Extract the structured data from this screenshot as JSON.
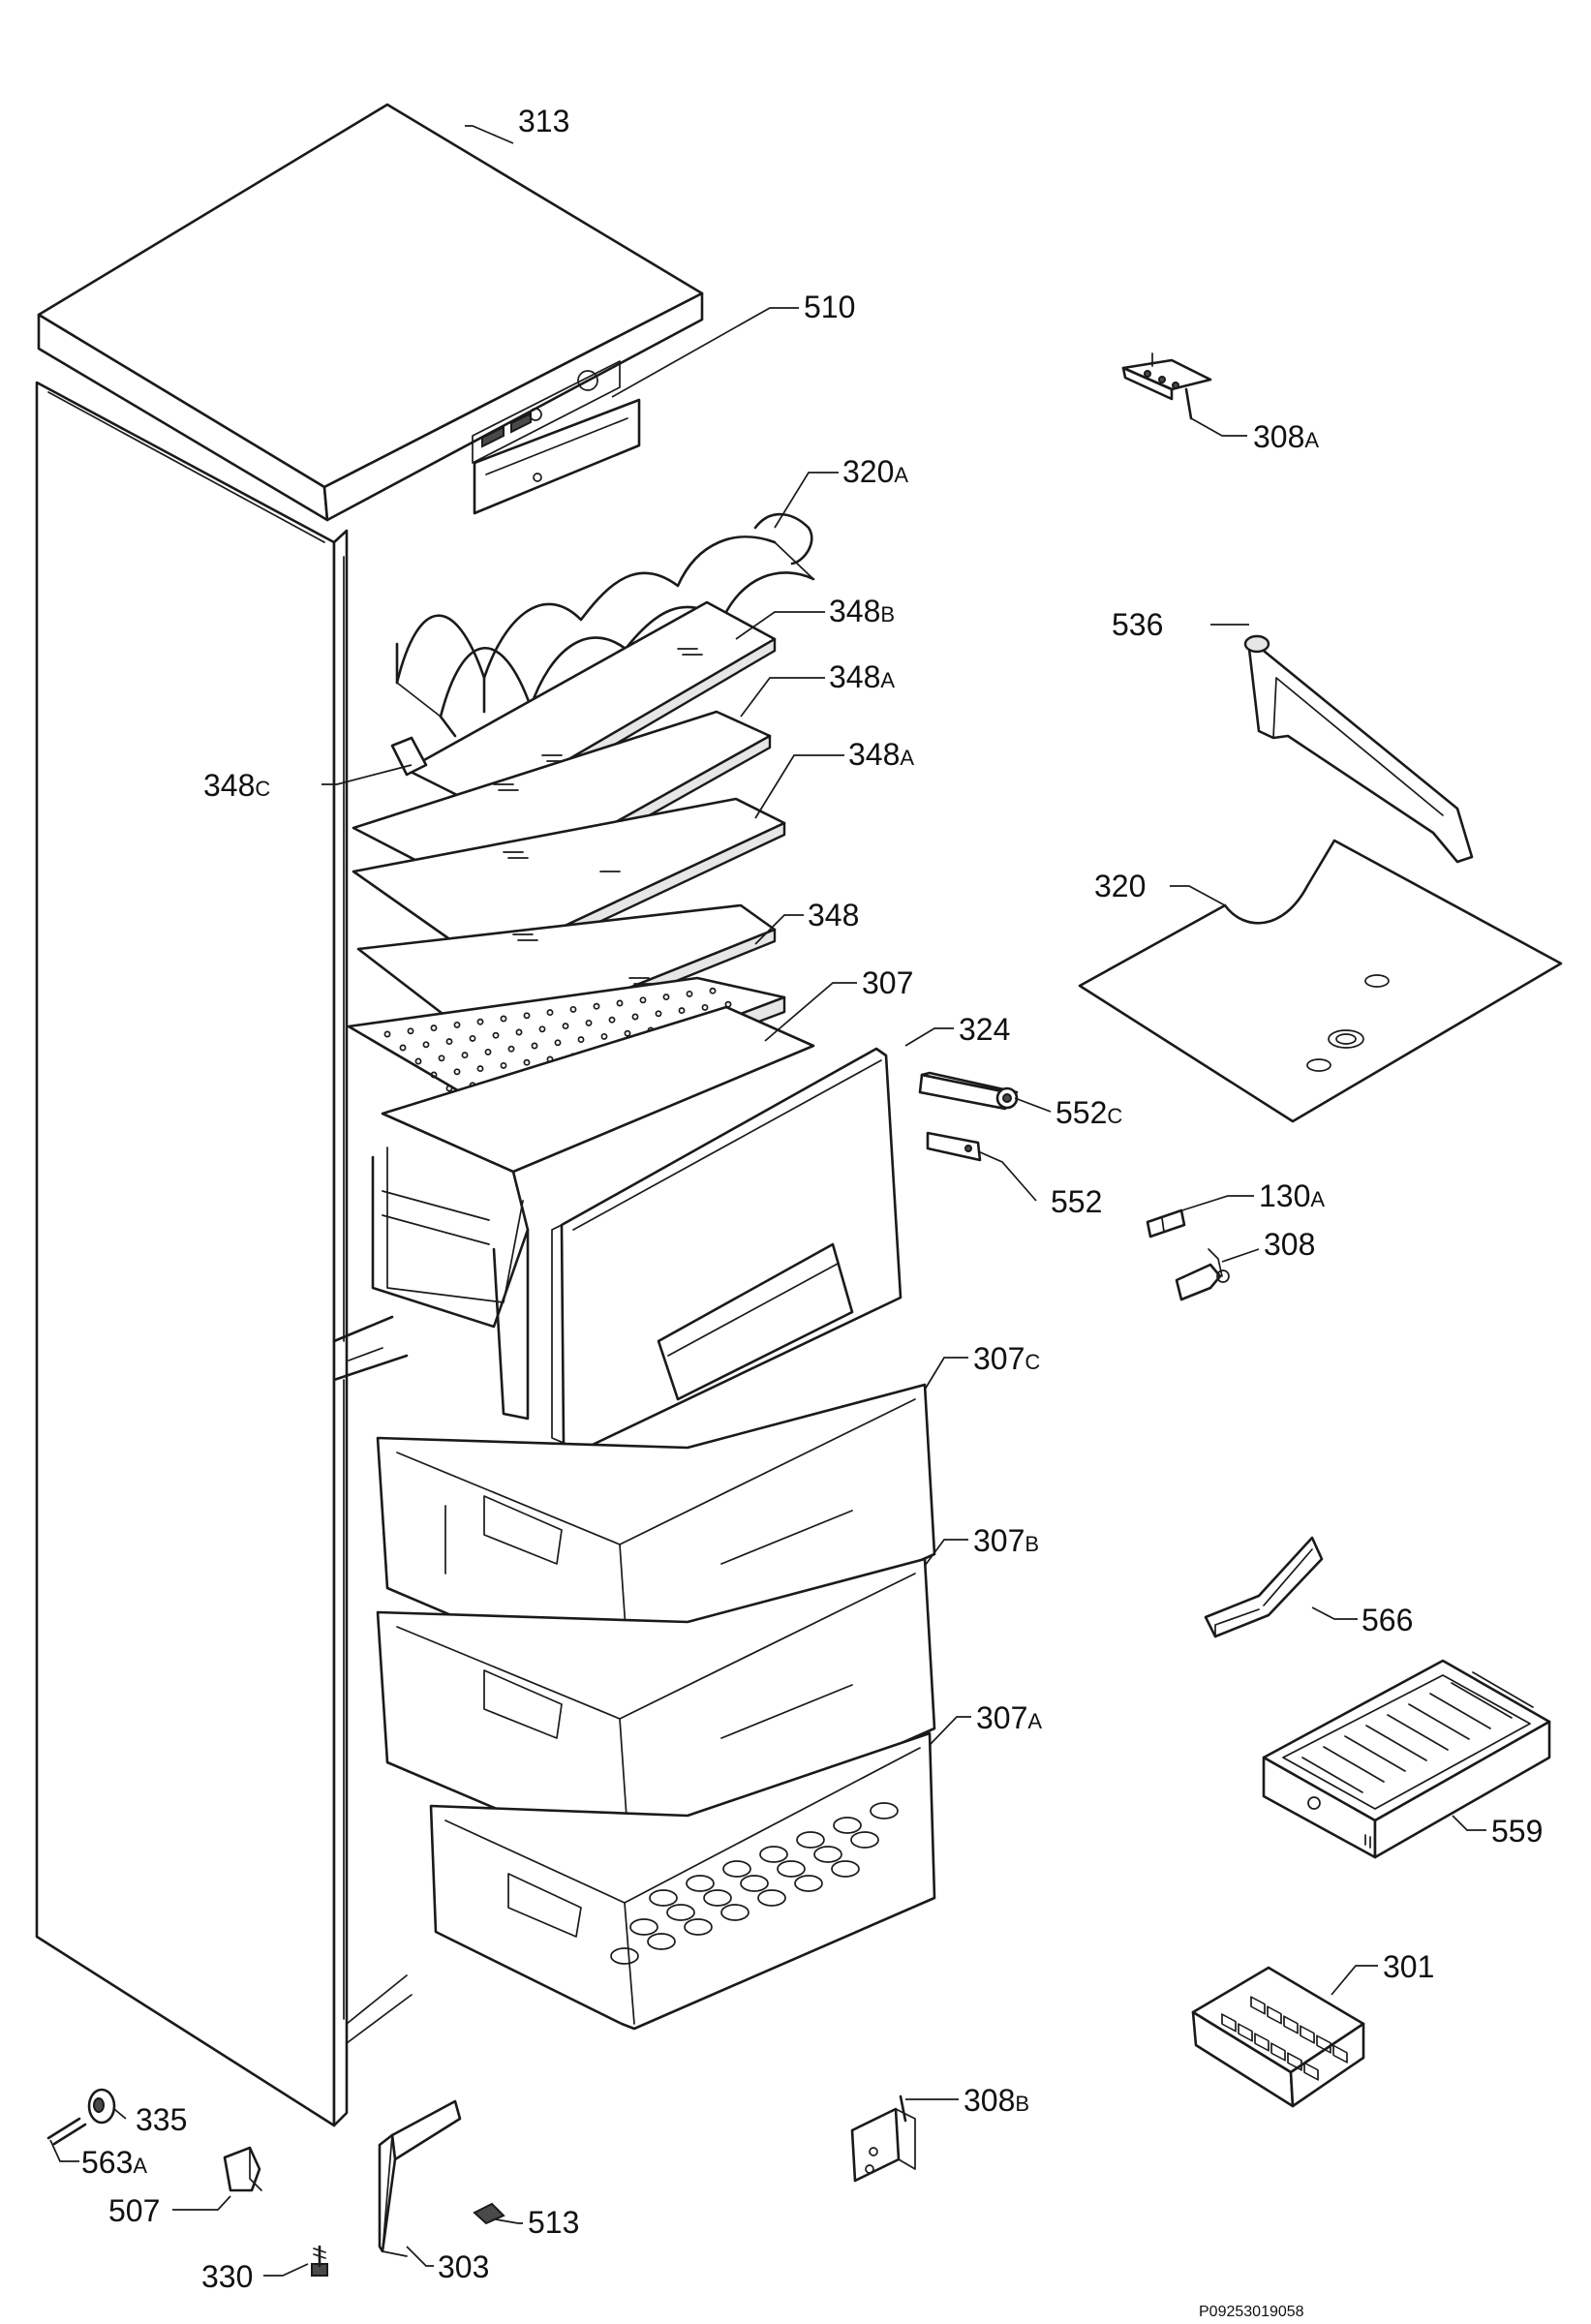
{
  "labels": [
    {
      "main": "313",
      "suffix": ""
    },
    {
      "main": "510",
      "suffix": ""
    },
    {
      "main": "308",
      "suffix": "A"
    },
    {
      "main": "320",
      "suffix": "A"
    },
    {
      "main": "348",
      "suffix": "B"
    },
    {
      "main": "536",
      "suffix": ""
    },
    {
      "main": "348",
      "suffix": "A"
    },
    {
      "main": "348",
      "suffix": "C"
    },
    {
      "main": "348",
      "suffix": "A"
    },
    {
      "main": "320",
      "suffix": ""
    },
    {
      "main": "348",
      "suffix": ""
    },
    {
      "main": "307",
      "suffix": ""
    },
    {
      "main": "324",
      "suffix": ""
    },
    {
      "main": "552",
      "suffix": "C"
    },
    {
      "main": "552",
      "suffix": ""
    },
    {
      "main": "130",
      "suffix": "A"
    },
    {
      "main": "308",
      "suffix": ""
    },
    {
      "main": "307",
      "suffix": "C"
    },
    {
      "main": "307",
      "suffix": "B"
    },
    {
      "main": "566",
      "suffix": ""
    },
    {
      "main": "307",
      "suffix": "A"
    },
    {
      "main": "559",
      "suffix": ""
    },
    {
      "main": "301",
      "suffix": ""
    },
    {
      "main": "335",
      "suffix": ""
    },
    {
      "main": "563",
      "suffix": "A"
    },
    {
      "main": "308",
      "suffix": "B"
    },
    {
      "main": "507",
      "suffix": ""
    },
    {
      "main": "513",
      "suffix": ""
    },
    {
      "main": "330",
      "suffix": ""
    },
    {
      "main": "303",
      "suffix": ""
    }
  ],
  "reference_code": "P09253019058"
}
